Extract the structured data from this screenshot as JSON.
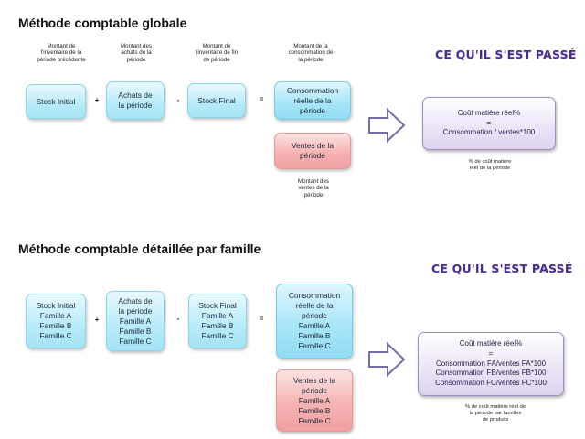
{
  "section1": {
    "title": "Méthode comptable globale",
    "captions": {
      "stock_initial": [
        "Montant de",
        "l'inventaire de la",
        "période précédente"
      ],
      "achats": [
        "Montant des",
        "achats de la",
        "période"
      ],
      "stock_final": [
        "Montant de",
        "l'inventaire de fin",
        "de période"
      ],
      "consommation": [
        "Montant de la",
        "consommation de",
        "la période"
      ],
      "ventes": [
        "Montant des",
        "ventes de la",
        "période"
      ]
    },
    "boxes": {
      "stock_initial": [
        "Stock Initial"
      ],
      "achats": [
        "Achats de",
        "la période"
      ],
      "stock_final": [
        "Stock Final"
      ],
      "consommation": [
        "Consommation",
        "réelle de la",
        "période"
      ],
      "ventes": [
        "Ventes de la",
        "période"
      ]
    },
    "operators": {
      "plus": "+",
      "minus": "-",
      "equals": "="
    },
    "heading": "CE QU'IL S'EST PASSÉ",
    "result_box": [
      "Coût matière réel%",
      "=",
      "Consommation / ventes*100"
    ],
    "result_note": [
      "% de coût matière",
      "réel de la période"
    ]
  },
  "section2": {
    "title": "Méthode comptable détaillée par famille",
    "boxes": {
      "stock_initial": [
        "Stock Initial",
        "Famille A",
        "Famille B",
        "Famille C"
      ],
      "achats": [
        "Achats de",
        "la période",
        "Famille A",
        "Famille B",
        "Famille C"
      ],
      "stock_final": [
        "Stock Final",
        "Famille A",
        "Famille B",
        "Famille C"
      ],
      "consommation": [
        "Consommation",
        "réelle de la",
        "période",
        "Famille A",
        "Famille B",
        "Famille C"
      ],
      "ventes": [
        "Ventes de la",
        "période",
        "Famille A",
        "Famille B",
        "Famille C"
      ]
    },
    "operators": {
      "plus": "+",
      "minus": "-",
      "equals": "="
    },
    "heading": "CE QU'IL S'EST PASSÉ",
    "result_box": [
      "Coût matière réel%",
      "=",
      "Consommation FA/ventes FA*100",
      "Consommation FB/ventes FB*100",
      "Consommation FC/ventes FC*100"
    ],
    "result_note": [
      "% de coût matière réel de",
      "la période par familles",
      "de produits"
    ]
  },
  "colors": {
    "heading": "#4a2f8a",
    "blue_box": "#b7ebf9",
    "red_box": "#f6b3b3",
    "purple_box": "#ece6f6",
    "arrow_outline": "#7a6aa8"
  },
  "icons": {
    "arrow": "right-arrow-icon"
  }
}
